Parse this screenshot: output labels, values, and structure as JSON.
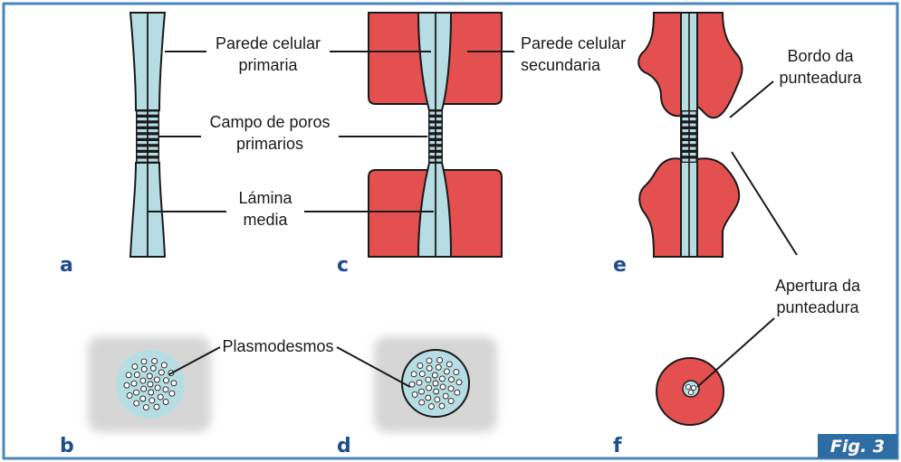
{
  "labels": {
    "primary_wall": [
      "Parede celular",
      "primaria"
    ],
    "secondary_wall": [
      "Parede celular",
      "secundaria"
    ],
    "pit_border": [
      "Bordo da",
      "punteadura"
    ],
    "primary_pit_field": [
      "Campo de poros",
      "primarios"
    ],
    "middle_lamella": [
      "Lámina",
      "media"
    ],
    "plasmodesmata": "Plasmodesmos",
    "pit_aperture": [
      "Apertura da",
      "punteadura"
    ]
  },
  "panels": {
    "a": "a",
    "b": "b",
    "c": "c",
    "d": "d",
    "e": "e",
    "f": "f"
  },
  "figure_label": "Fig. 3",
  "colors": {
    "frame": "#4a86b8",
    "primary_wall": "#b6dde4",
    "secondary_wall": "#e45050",
    "background_cell": "#d6d6d6",
    "panel_letter": "#1f4e8c",
    "badge": "#2e6da4"
  }
}
